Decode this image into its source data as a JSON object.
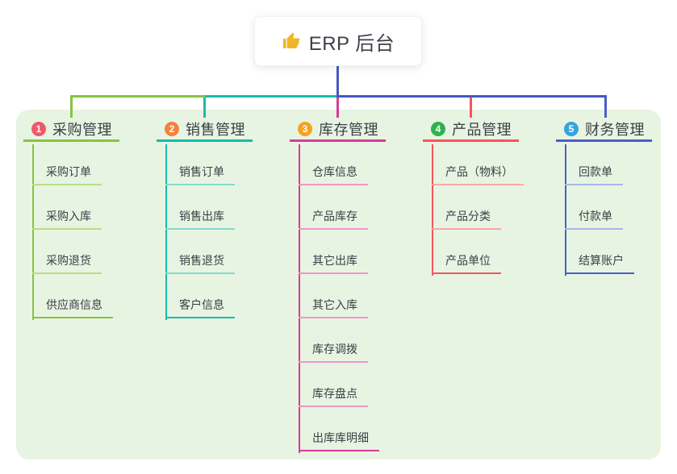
{
  "root": {
    "title": "ERP 后台",
    "icon": "thumbs-up"
  },
  "colors": {
    "canvas_bg": "#ffffff",
    "panel_bg": "#e8f4e2",
    "root_line": "#4558c4",
    "card_bg": "#ffffff",
    "node_text": "#3a4046",
    "thumb_icon": "#f0b428"
  },
  "branches": [
    {
      "index": "1",
      "title": "采购管理",
      "badge_color": "#ee5a6b",
      "accent": "#88c341",
      "light": "#b7dd86",
      "children": [
        "采购订单",
        "采购入库",
        "采购退货",
        "供应商信息"
      ]
    },
    {
      "index": "2",
      "title": "销售管理",
      "badge_color": "#f6813b",
      "accent": "#16bca9",
      "light": "#84dacd",
      "children": [
        "销售订单",
        "销售出库",
        "销售退货",
        "客户信息"
      ]
    },
    {
      "index": "3",
      "title": "库存管理",
      "badge_color": "#f6a31f",
      "accent": "#d63c99",
      "light": "#ef95c9",
      "children": [
        "仓库信息",
        "产品库存",
        "其它出库",
        "其它入库",
        "库存调拨",
        "库存盘点",
        "出库库明细"
      ]
    },
    {
      "index": "4",
      "title": "产品管理",
      "badge_color": "#2eb34c",
      "accent": "#f4555c",
      "light": "#f9a9a6",
      "children": [
        "产品（物料）",
        "产品分类",
        "产品单位"
      ]
    },
    {
      "index": "5",
      "title": "财务管理",
      "badge_color": "#36a3e0",
      "accent": "#4a5fc8",
      "light": "#a6b6e8",
      "children": [
        "回款单",
        "付款单",
        "结算账户"
      ]
    }
  ]
}
